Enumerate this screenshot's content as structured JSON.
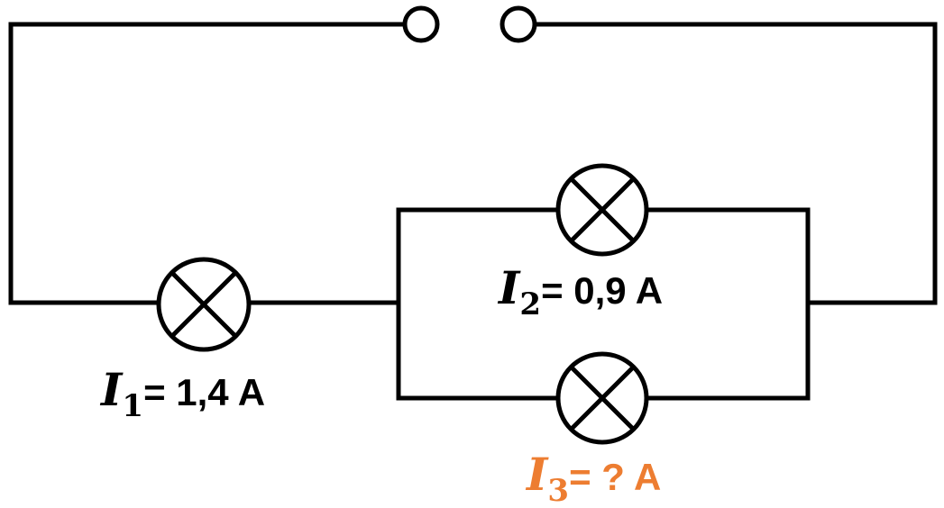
{
  "colors": {
    "wire": "#000000",
    "unknown": "#ED7D31"
  },
  "labels": {
    "i1": {
      "symbol": "I",
      "sub": "1",
      "value": "= 1,4 A"
    },
    "i2": {
      "symbol": "I",
      "sub": "2",
      "value": "= 0,9 A"
    },
    "i3": {
      "symbol": "I",
      "sub": "3",
      "value": "= ? A"
    }
  }
}
